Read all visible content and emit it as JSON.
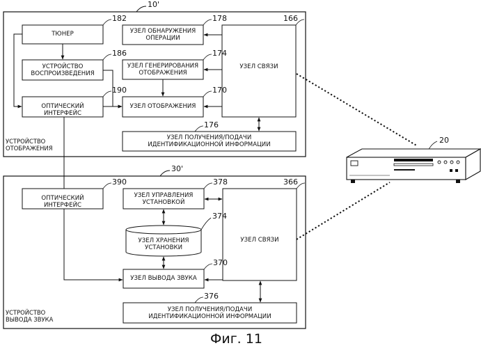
{
  "figure": {
    "caption": "Фиг. 11",
    "device": {
      "ref": "20"
    },
    "group_top": {
      "ref": "10'",
      "caption": "УСТРОЙСТВО\nОТОБРАЖЕНИЯ",
      "blocks": {
        "tuner": {
          "label": "ТЮНЕР",
          "ref": "182"
        },
        "playback": {
          "label": "УСТРОЙСТВО\nВОСПРОИЗВЕДЕНИЯ",
          "ref": "186"
        },
        "optical": {
          "label": "ОПТИЧЕСКИЙ ИНТЕРФЕЙС",
          "ref": "190"
        },
        "op_detect": {
          "label": "УЗЕЛ ОБНАРУЖЕНИЯ\nОПЕРАЦИИ",
          "ref": "178"
        },
        "disp_gen": {
          "label": "УЗЕЛ ГЕНЕРИРОВАНИЯ\nОТОБРАЖЕНИЯ",
          "ref": "174"
        },
        "display": {
          "label": "УЗЕЛ ОТОБРАЖЕНИЯ",
          "ref": "170"
        },
        "comm": {
          "label": "УЗЕЛ СВЯЗИ",
          "ref": "166"
        },
        "id_info": {
          "label": "УЗЕЛ ПОЛУЧЕНИЯ/ПОДАЧИ\nИДЕНТИФИКАЦИОННОЙ ИНФОРМАЦИИ",
          "ref": "176"
        }
      }
    },
    "group_bottom": {
      "ref": "30'",
      "caption": "УСТРОЙСТВО\nВЫВОДА ЗВУКА",
      "blocks": {
        "optical": {
          "label": "ОПТИЧЕСКИЙ ИНТЕРФЕЙС",
          "ref": "390"
        },
        "setup_ctrl": {
          "label": "УЗЕЛ УПРАВЛЕНИЯ\nУСТАНОВКОЙ",
          "ref": "378"
        },
        "setup_store": {
          "label": "УЗЕЛ ХРАНЕНИЯ\nУСТАНОВКИ",
          "ref": "374"
        },
        "sound_out": {
          "label": "УЗЕЛ ВЫВОДА ЗВУКА",
          "ref": "370"
        },
        "comm": {
          "label": "УЗЕЛ СВЯЗИ",
          "ref": "366"
        },
        "id_info": {
          "label": "УЗЕЛ ПОЛУЧЕНИЯ/ПОДАЧИ\nИДЕНТИФИКАЦИОННОЙ ИНФОРМАЦИИ",
          "ref": "376"
        }
      }
    }
  }
}
